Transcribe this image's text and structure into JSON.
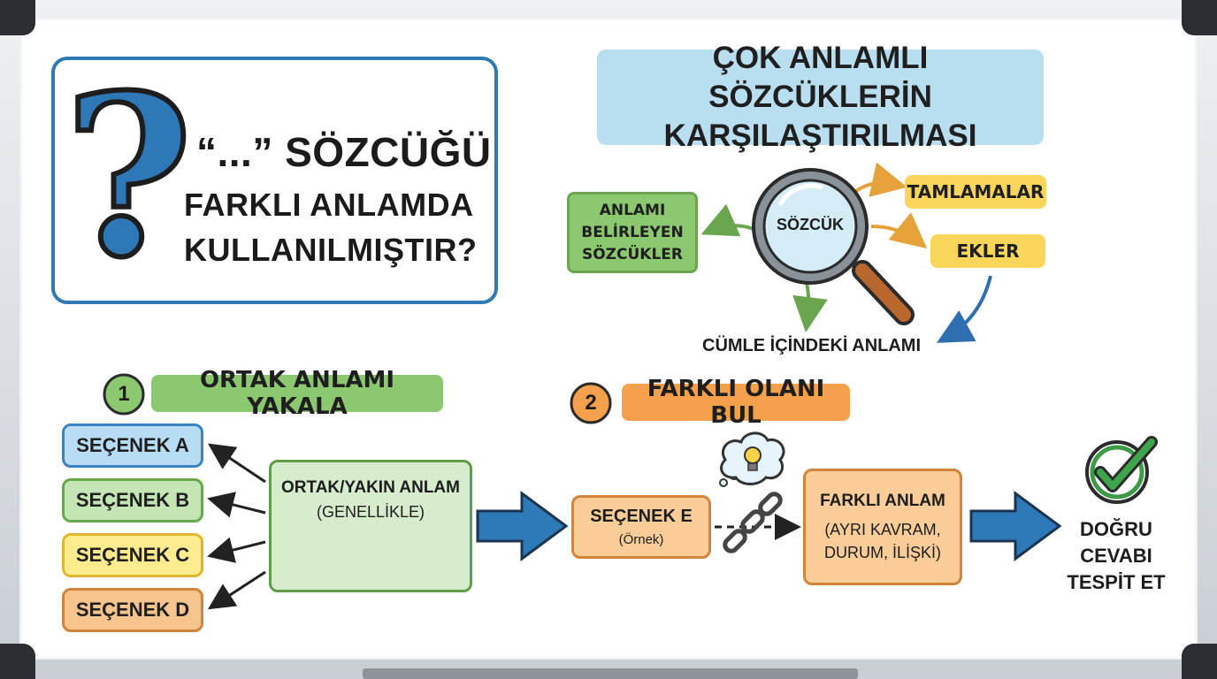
{
  "question": {
    "line1": "“...” SÖZCÜĞÜ",
    "line2": "FARKLI ANLAMDA",
    "line3": "KULLANILMIŞTIR?"
  },
  "diagram_title": {
    "line1": "ÇOK ANLAMLI SÖZCÜKLERİN",
    "line2": "KARŞILAŞTIRILMASI"
  },
  "magnifier": {
    "center": "SÖZCÜK",
    "left_box": [
      "ANLAMI",
      "BELİRLEYEN",
      "SÖZCÜKLER"
    ],
    "tamlamalar": "TAMLAMALAR",
    "ekler": "EKLER",
    "bottom": "CÜMLE İÇİNDEKİ ANLAMI"
  },
  "step1": {
    "number": "1",
    "label": "ORTAK ANLAMI YAKALA",
    "options": [
      "SEÇENEK A",
      "SEÇENEK B",
      "SEÇENEK C",
      "SEÇENEK D"
    ],
    "common_title": "ORTAK/YAKIN ANLAM",
    "common_sub": "(GENELLİKLE)"
  },
  "step2": {
    "number": "2",
    "label": "FARKLI OLANI BUL",
    "option_e": "SEÇENEK E",
    "option_e_sub": "(Örnek)",
    "diff_title": "FARKLI ANLAM",
    "diff_lines": [
      "(AYRI KAVRAM,",
      "DURUM, İLİŞKİ)"
    ]
  },
  "result": {
    "lines": [
      "DOĞRU",
      "CEVABI",
      "TESPİT ET"
    ]
  },
  "colors": {
    "blue": "#2f78b7",
    "green": "#8cc870",
    "yellow": "#f9d65a",
    "orange": "#f5a04a",
    "light_blue": "#b9def0"
  }
}
